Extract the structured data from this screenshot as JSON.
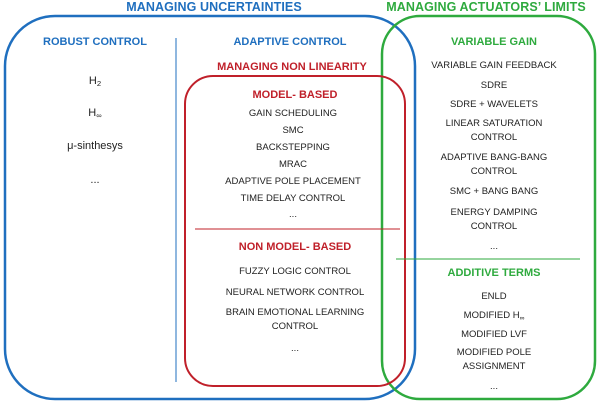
{
  "colors": {
    "blue": "#1f6fbf",
    "green": "#2eaa3e",
    "red": "#c0202a",
    "text": "#222222"
  },
  "headings": {
    "managing_uncertainties": "MANAGING UNCERTAINTIES",
    "managing_actuators_limits": "MANAGING ACTUATORS’ LIMITS"
  },
  "robust": {
    "title": "ROBUST CONTROL",
    "items": [
      {
        "base": "H",
        "sub": "2"
      },
      {
        "base": "H",
        "sub": "∞"
      },
      {
        "base": "μ-sinthesys",
        "sub": ""
      },
      {
        "base": "...",
        "sub": ""
      }
    ]
  },
  "adaptive": {
    "title": "ADAPTIVE CONTROL",
    "nonlinearity_title": "MANAGING NON LINEARITY",
    "model_based": {
      "title": "MODEL- BASED",
      "items": [
        "GAIN SCHEDULING",
        "SMC",
        "BACKSTEPPING",
        "MRAC",
        "ADAPTIVE POLE PLACEMENT",
        "TIME DELAY CONTROL",
        "..."
      ]
    },
    "non_model_based": {
      "title": "NON MODEL- BASED",
      "items": [
        "FUZZY LOGIC CONTROL",
        "NEURAL NETWORK CONTROL",
        "BRAIN EMOTIONAL LEARNING CONTROL",
        "..."
      ]
    }
  },
  "variable_gain": {
    "title": "VARIABLE GAIN",
    "items": [
      "VARIABLE GAIN FEEDBACK",
      "SDRE",
      "SDRE + WAVELETS",
      "LINEAR SATURATION CONTROL",
      "ADAPTIVE BANG-BANG CONTROL",
      "SMC + BANG BANG",
      "ENERGY DAMPING CONTROL",
      "..."
    ]
  },
  "additive_terms": {
    "title": "ADDITIVE TERMS",
    "items": [
      {
        "base": "ENLD",
        "sub": ""
      },
      {
        "base": "MODIFIED H",
        "sub": "∞"
      },
      {
        "base": "MODIFIED LVF",
        "sub": ""
      },
      {
        "base": "MODIFIED POLE ASSIGNMENT",
        "sub": ""
      },
      {
        "base": "...",
        "sub": ""
      }
    ]
  }
}
